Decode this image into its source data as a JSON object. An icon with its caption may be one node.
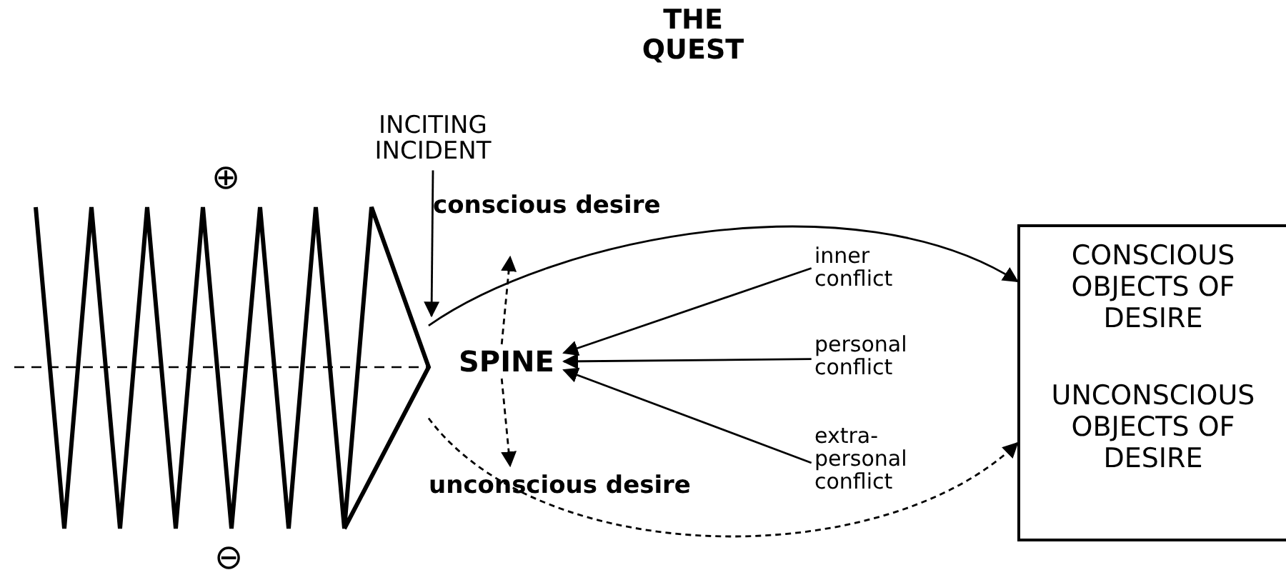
{
  "diagram": {
    "title": "THE QUEST",
    "nodes": [
      {
        "text": [],
        "shape": "zigzag"
      },
      {
        "text": [
          "INCITING INCIDENT"
        ]
      },
      {
        "text": [
          "SPINE"
        ]
      },
      {
        "text": [
          "inner conflict"
        ]
      },
      {
        "text": [
          "personal conflict"
        ]
      },
      {
        "text": [
          "extra-personal conflict"
        ]
      },
      {
        "text": [
          "CONSCIOUS OBJECTS OF DESIRE",
          "UNCONSCIOUS OBJECTS OF DESIRE"
        ]
      }
    ],
    "edges": [
      {
        "from": 1,
        "to": 0,
        "arrow": "to"
      },
      {
        "from": 0,
        "to": 6,
        "arrow": "to",
        "label": "conscious desire"
      },
      {
        "from": 0,
        "to": 6,
        "arrow": "to",
        "label": "unconscious desire",
        "style": "dashed"
      },
      {
        "from": 2,
        "to": null,
        "arrow": "to",
        "style": "dashed"
      },
      {
        "from": 2,
        "to": null,
        "arrow": "to",
        "style": "dashed"
      },
      {
        "from": 3,
        "to": 2,
        "arrow": "to"
      },
      {
        "from": 4,
        "to": 2,
        "arrow": "to"
      },
      {
        "from": 5,
        "to": 2,
        "arrow": "to"
      }
    ],
    "labels": [
      "⊕",
      "⊖"
    ]
  }
}
